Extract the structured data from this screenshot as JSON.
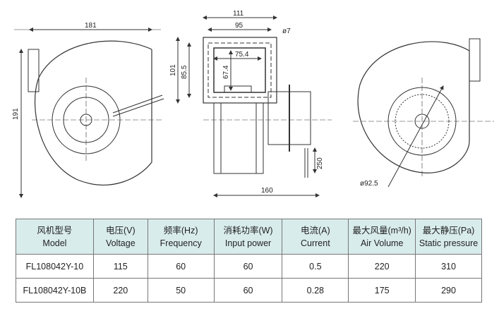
{
  "dimensions": {
    "side_width": "181",
    "side_height": "191",
    "flange_outer_width": "111",
    "flange_hole_spacing_w": "95",
    "hole_diameter": "ø7",
    "flange_outer_height": "101",
    "flange_hole_spacing_h": "85.5",
    "outlet_width": "75.4",
    "outlet_height": "67.4",
    "lead_length": "250",
    "depth": "160",
    "wheel_diameter": "ø92.5"
  },
  "table": {
    "headers": [
      {
        "zh": "风机型号",
        "en": "Model"
      },
      {
        "zh": "电压(V)",
        "en": "Voltage"
      },
      {
        "zh": "频率(Hz)",
        "en": "Frequency"
      },
      {
        "zh": "消耗功率(W)",
        "en": "Input power"
      },
      {
        "zh": "电流(A)",
        "en": "Current"
      },
      {
        "zh": "最大风量(m³/h)",
        "en": "Air Volume"
      },
      {
        "zh": "最大静压(Pa)",
        "en": "Static pressure"
      }
    ],
    "rows": [
      [
        "FL108042Y-10",
        "115",
        "60",
        "60",
        "0.5",
        "220",
        "310"
      ],
      [
        "FL108042Y-10B",
        "220",
        "50",
        "60",
        "0.28",
        "175",
        "290"
      ]
    ],
    "header_bg": "#d9ecec"
  }
}
